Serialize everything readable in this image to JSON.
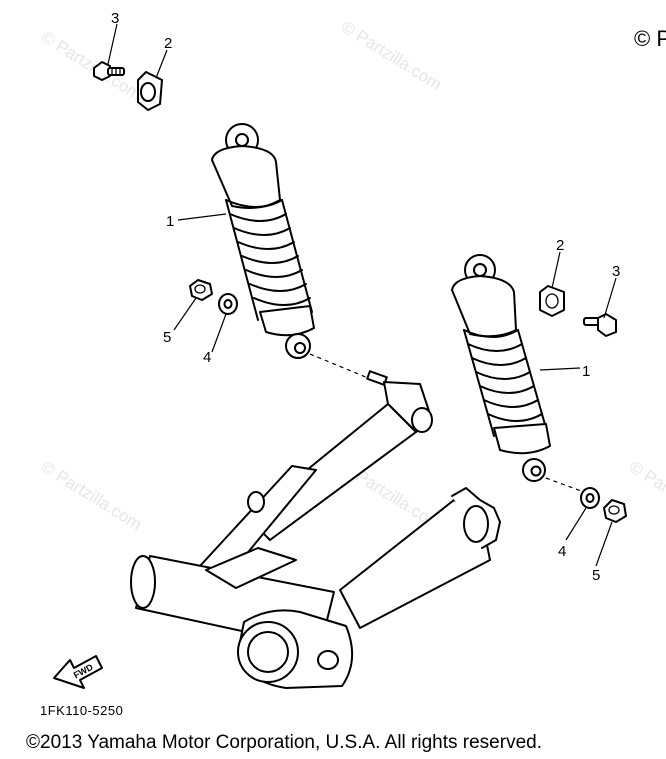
{
  "diagram": {
    "callouts": {
      "part1_left": "1",
      "part1_right": "1",
      "part2_top": "2",
      "part2_right": "2",
      "part3_top": "3",
      "part3_right": "3",
      "part4_left": "4",
      "part4_right": "4",
      "part5_left": "5",
      "part5_right": "5"
    },
    "fwd_label": "FWD",
    "watermarks": [
      "© Partzilla.com",
      "© Partzilla.com",
      "© Partzilla.com",
      "© Partzilla.com",
      "© Partzilla.com"
    ],
    "corner_mark": "© P"
  },
  "footer": {
    "reference_code": "1FK110-5250",
    "copyright": "©2013 Yamaha Motor Corporation, U.S.A. All rights reserved."
  }
}
